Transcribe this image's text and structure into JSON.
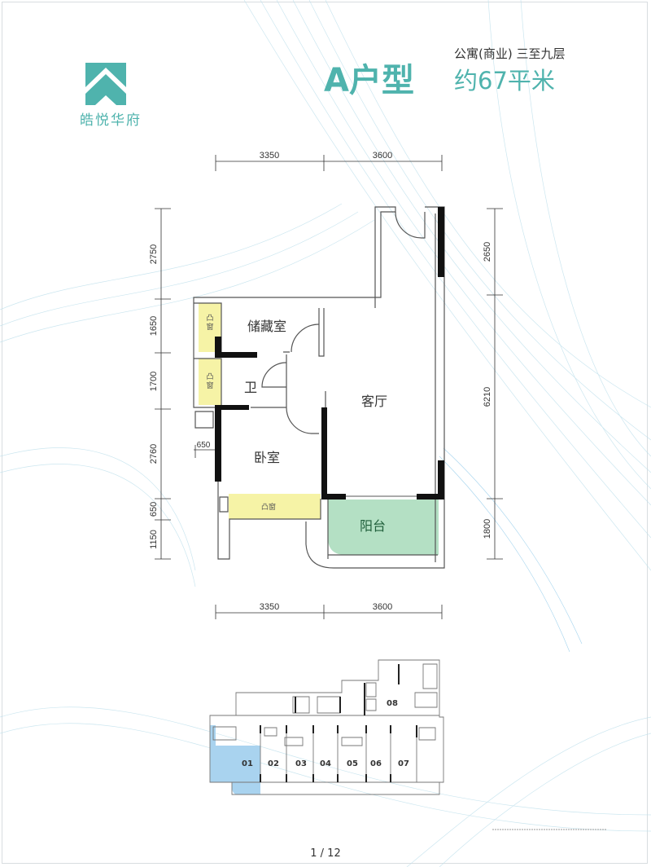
{
  "logo": {
    "name": "皓悦华府"
  },
  "header": {
    "title": "A户型",
    "subtitle": "公寓(商业)  三至九层",
    "area": "约67平米"
  },
  "dimensions": {
    "top": [
      "3350",
      "3600"
    ],
    "bottom": [
      "3350",
      "3600"
    ],
    "left": [
      "2750",
      "1650",
      "1700",
      "2760",
      "650",
      "1150"
    ],
    "right": [
      "2650",
      "6210",
      "1800"
    ],
    "inner": "650"
  },
  "rooms": {
    "storage": "储藏室",
    "bathroom": "卫",
    "living": "客厅",
    "bedroom": "卧室",
    "balcony": "阳台",
    "bay_window": "凸窗",
    "bay1": "凸",
    "bay2": "窗"
  },
  "key_plan": {
    "units": [
      "01",
      "02",
      "03",
      "04",
      "05",
      "06",
      "07",
      "08"
    ],
    "highlight": "01"
  },
  "colors": {
    "accent": "#4fb3ad",
    "bay": "#f6f3a6",
    "balcony": "#b4e0c4",
    "highlight": "#a9d3ef"
  },
  "footer": {
    "page": "1 / 12"
  }
}
